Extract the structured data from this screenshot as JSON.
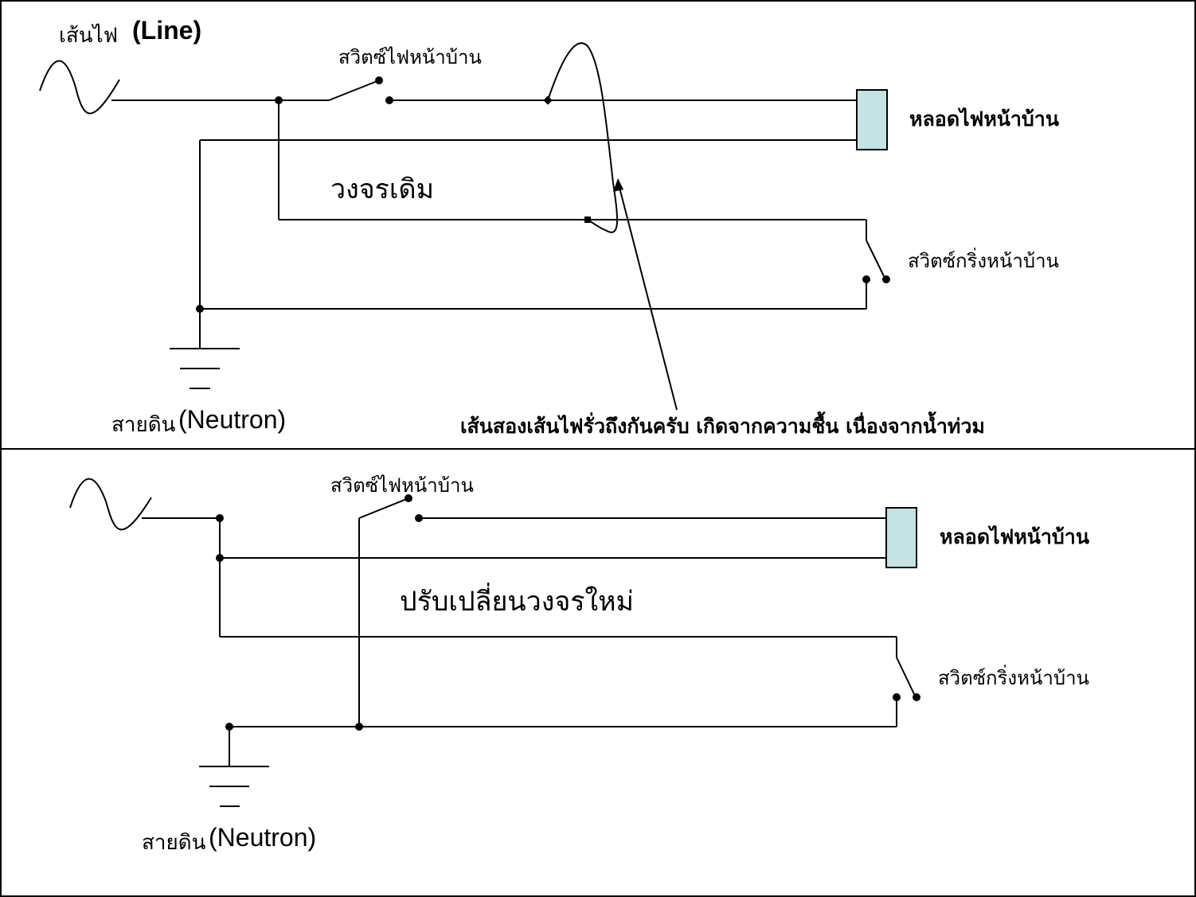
{
  "top_panel": {
    "line_label_th": "เส้นไฟ",
    "line_label_en": "(Line)",
    "light_switch_label": "สวิตซ์ไฟหน้าบ้าน",
    "lamp_label": "หลอดไฟหน้าบ้าน",
    "circuit_title": "วงจรเดิม",
    "bell_switch_label": "สวิตซ์กริ่งหน้าบ้าน",
    "ground_label_th": "สายดิน",
    "ground_label_en": "(Neutron)",
    "leak_note": "เส้นสองเส้นไฟรั่วถึงกันครับ เกิดจากความชื้น เนื่องจากน้ำท่วม"
  },
  "bottom_panel": {
    "light_switch_label": "สวิตซ์ไฟหน้าบ้าน",
    "lamp_label": "หลอดไฟหน้าบ้าน",
    "circuit_title": "ปรับเปลี่ยนวงจรใหม่",
    "bell_switch_label": "สวิตซ์กริ่งหน้าบ้าน",
    "ground_label_th": "สายดิน",
    "ground_label_en": "(Neutron)"
  },
  "colors": {
    "lamp_fill": "#c5e3e3",
    "wire": "#000000",
    "border": "#000000"
  }
}
